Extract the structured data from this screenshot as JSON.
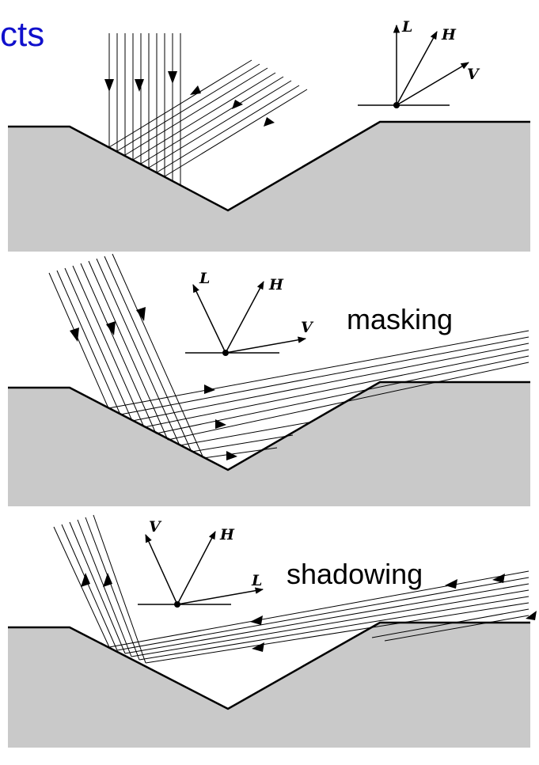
{
  "slide": {
    "title": "cts"
  },
  "panels": [
    {
      "id": "top",
      "label": "",
      "vectors": [
        "L",
        "H",
        "V"
      ]
    },
    {
      "id": "middle",
      "label": "masking",
      "vectors": [
        "L",
        "H",
        "V"
      ]
    },
    {
      "id": "bottom",
      "label": "shadowing",
      "vectors": [
        "V",
        "H",
        "L"
      ]
    }
  ],
  "colors": {
    "title": "#1010cc",
    "surface": "#c9c9c9",
    "line": "#000000"
  }
}
